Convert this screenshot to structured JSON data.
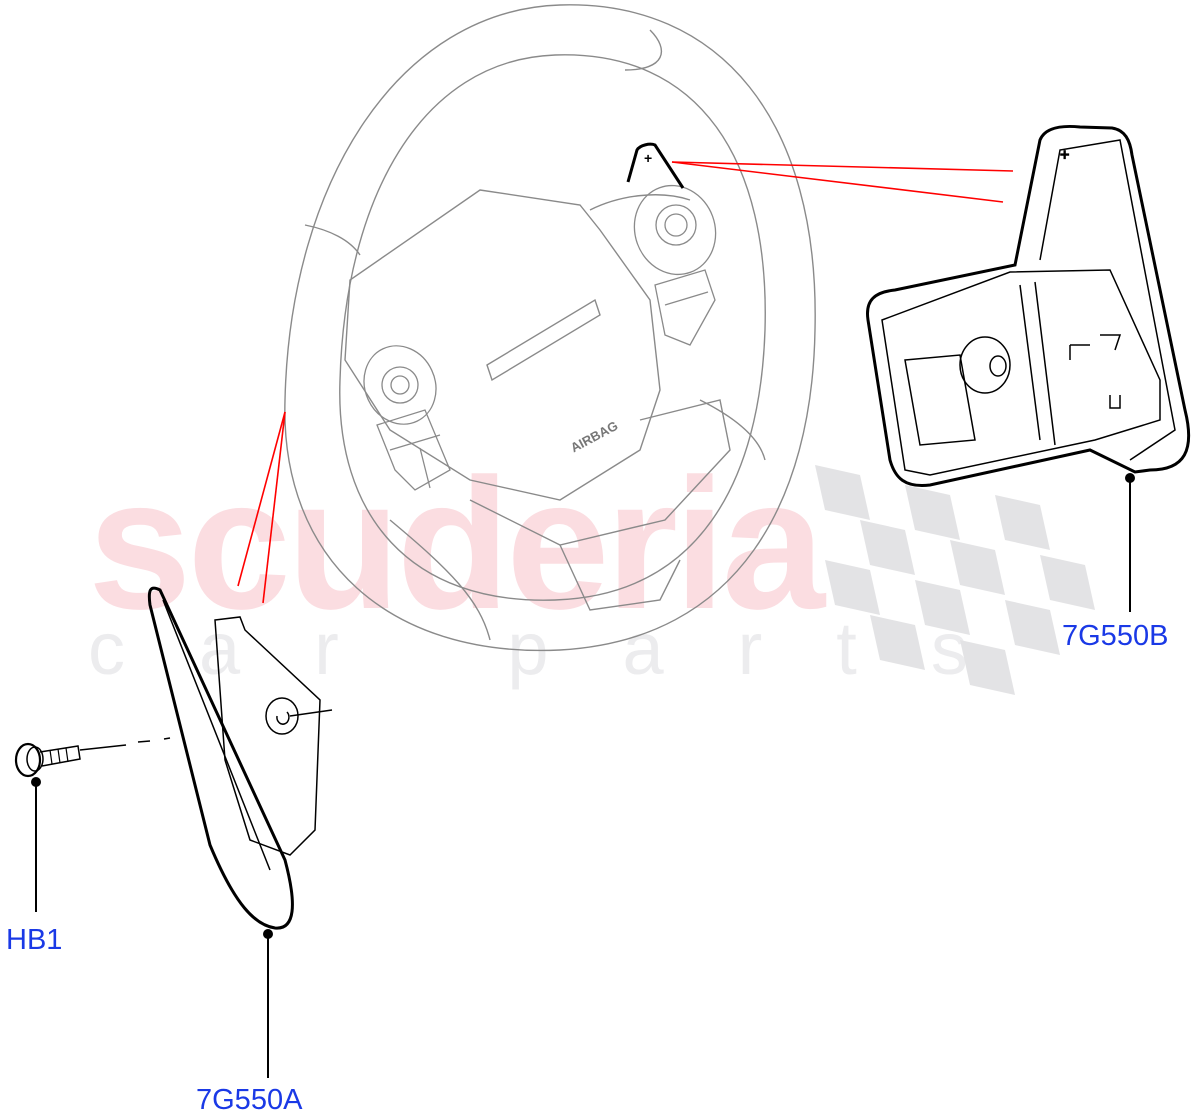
{
  "diagram": {
    "subject": "Steering wheel gearshift paddles exploded view",
    "watermark": {
      "main": "scuderia",
      "sub": "car parts",
      "main_color": "#fbdde1",
      "sub_color": "#ececee",
      "checker_color": "#e3e3e5"
    },
    "wheel_text": {
      "airbag_label": "AIRBAG"
    },
    "paddle_symbols": {
      "upshift": "+"
    },
    "colors": {
      "callout_text": "#1a39e6",
      "leader_lines": "#ff0000",
      "part_outline": "#000000",
      "context_outline": "#8a8a8a"
    },
    "callouts": [
      {
        "id": "HB1",
        "label": "HB1",
        "part": "bolt"
      },
      {
        "id": "7G550A",
        "label": "7G550A",
        "part": "left shift paddle"
      },
      {
        "id": "7G550B",
        "label": "7G550B",
        "part": "right shift paddle"
      }
    ]
  }
}
